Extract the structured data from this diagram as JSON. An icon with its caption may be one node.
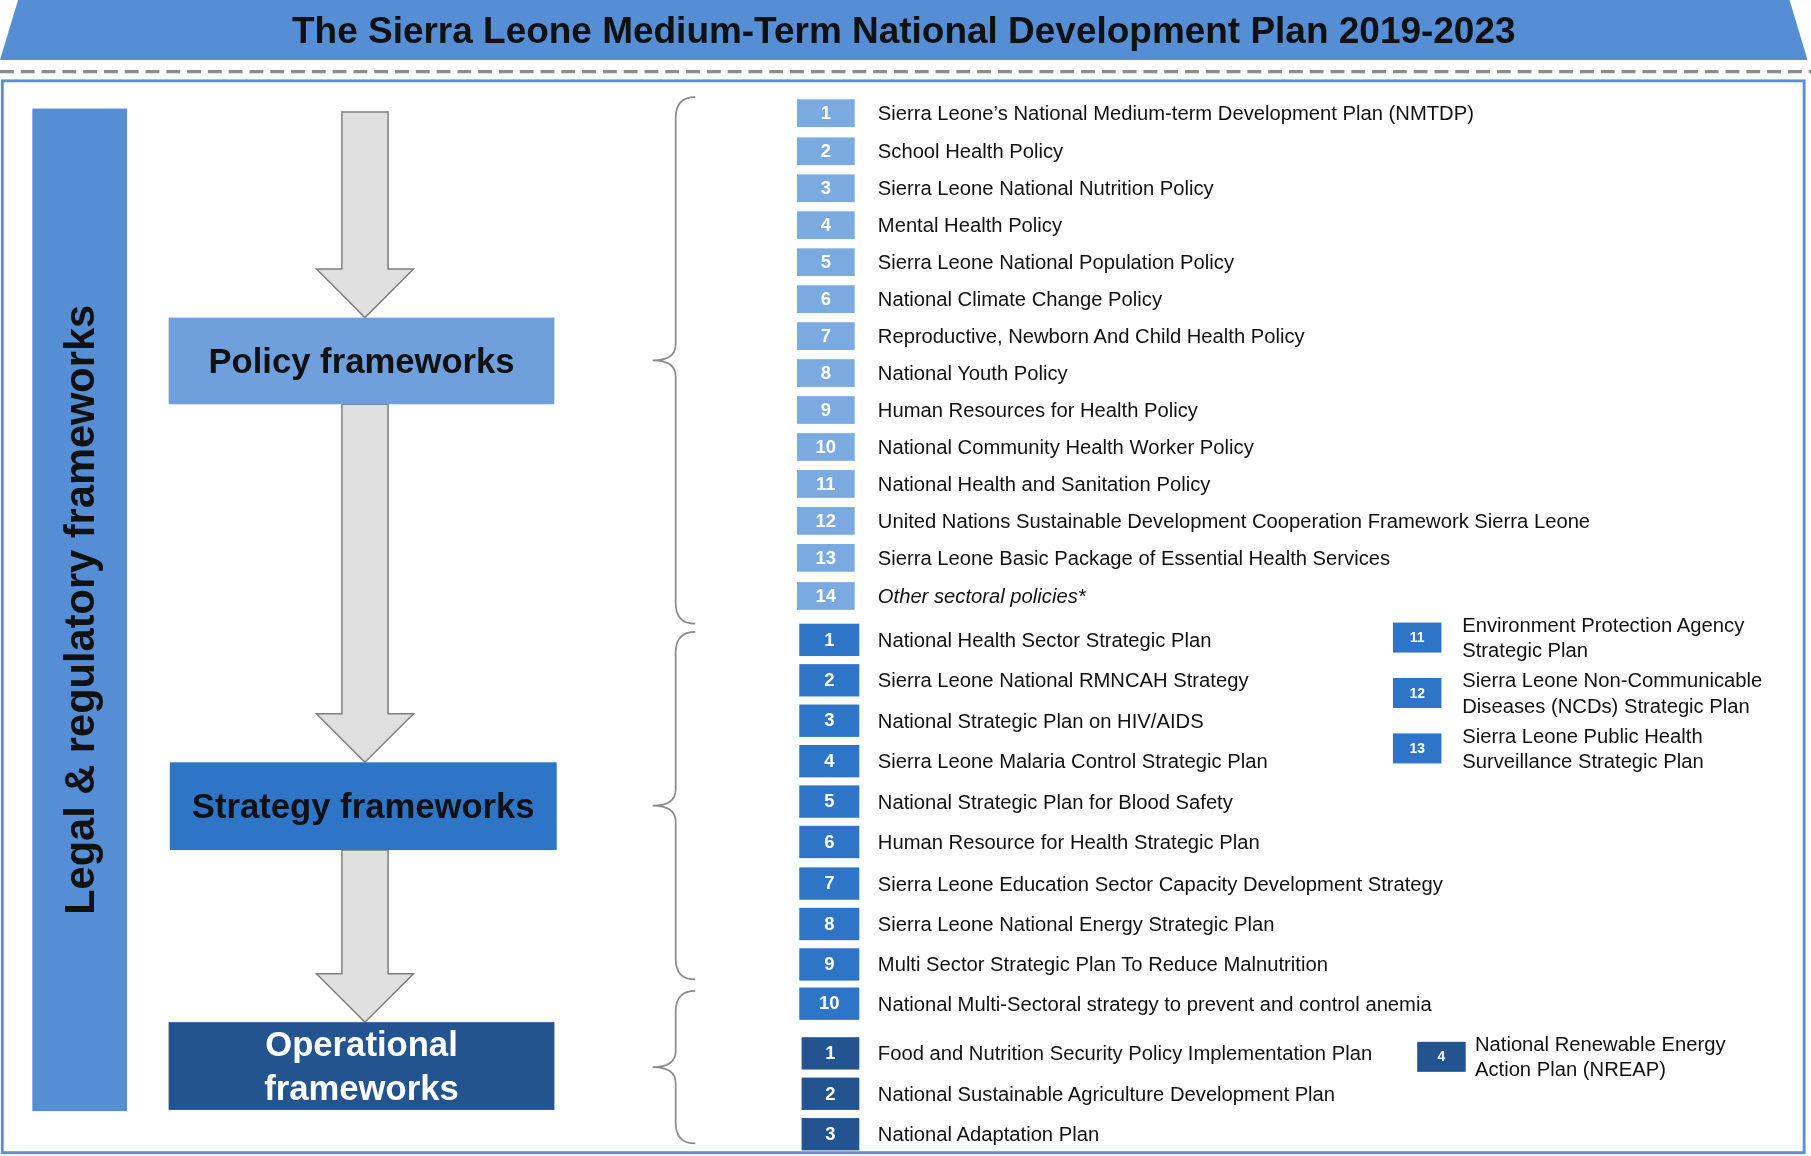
{
  "diagram": {
    "title": "The Sierra Leone Medium-Term National Development Plan 2019-2023",
    "nodes": [
      {
        "text": [
          "Legal & regulatory frameworks"
        ]
      },
      {
        "text": [
          "Policy frameworks"
        ]
      },
      {
        "text": [
          "Strategy frameworks"
        ]
      },
      {
        "text": [
          "Operational frameworks"
        ]
      },
      {
        "text": [
          "1"
        ],
        "beside": [
          "Sierra Leone’s National Medium-term Development Plan (NMTDP)"
        ]
      },
      {
        "text": [
          "2"
        ],
        "beside": [
          "School Health Policy"
        ]
      },
      {
        "text": [
          "3"
        ],
        "beside": [
          "Sierra Leone National Nutrition Policy"
        ]
      },
      {
        "text": [
          "4"
        ],
        "beside": [
          "Mental Health Policy"
        ]
      },
      {
        "text": [
          "5"
        ],
        "beside": [
          "Sierra Leone National Population Policy"
        ]
      },
      {
        "text": [
          "6"
        ],
        "beside": [
          "National Climate Change Policy"
        ]
      },
      {
        "text": [
          "7"
        ],
        "beside": [
          "Reproductive, Newborn And Child Health Policy"
        ]
      },
      {
        "text": [
          "8"
        ],
        "beside": [
          "National Youth Policy"
        ]
      },
      {
        "text": [
          "9"
        ],
        "beside": [
          "Human Resources for Health Policy"
        ]
      },
      {
        "text": [
          "10"
        ],
        "beside": [
          "National Community Health Worker Policy"
        ]
      },
      {
        "text": [
          "11"
        ],
        "beside": [
          "National Health and Sanitation Policy"
        ]
      },
      {
        "text": [
          "12"
        ],
        "beside": [
          "United Nations Sustainable Development Cooperation Framework Sierra Leone"
        ]
      },
      {
        "text": [
          "13"
        ],
        "beside": [
          "Sierra Leone Basic Package of Essential Health Services"
        ]
      },
      {
        "text": [
          "14"
        ],
        "beside": [
          "Other sectoral policies*"
        ]
      },
      {
        "text": [
          "1"
        ],
        "beside": [
          "National Health Sector Strategic Plan"
        ]
      },
      {
        "text": [
          "2"
        ],
        "beside": [
          "Sierra Leone National RMNCAH Strategy"
        ]
      },
      {
        "text": [
          "3"
        ],
        "beside": [
          "National Strategic Plan on HIV/AIDS"
        ]
      },
      {
        "text": [
          "4"
        ],
        "beside": [
          "Sierra Leone Malaria Control Strategic Plan"
        ]
      },
      {
        "text": [
          "5"
        ],
        "beside": [
          "National Strategic Plan for Blood Safety"
        ]
      },
      {
        "text": [
          "6"
        ],
        "beside": [
          "Human Resource for Health Strategic Plan"
        ]
      },
      {
        "text": [
          "7"
        ],
        "beside": [
          "Sierra Leone Education Sector Capacity Development Strategy"
        ]
      },
      {
        "text": [
          "8"
        ],
        "beside": [
          "Sierra Leone National Energy Strategic Plan"
        ]
      },
      {
        "text": [
          "9"
        ],
        "beside": [
          "Multi Sector Strategic Plan To Reduce Malnutrition"
        ]
      },
      {
        "text": [
          "10"
        ],
        "beside": [
          "National Multi-Sectoral strategy to prevent and control anemia"
        ]
      },
      {
        "text": [
          "11"
        ],
        "beside": [
          "Environment Protection Agency Strategic Plan"
        ]
      },
      {
        "text": [
          "12"
        ],
        "beside": [
          "Sierra Leone Non-Communicable Diseases (NCDs) Strategic Plan"
        ]
      },
      {
        "text": [
          "13"
        ],
        "beside": [
          "Sierra Leone Public Health Surveillance Strategic Plan"
        ]
      },
      {
        "text": [
          "1"
        ],
        "beside": [
          "Food and Nutrition Security Policy Implementation Plan"
        ]
      },
      {
        "text": [
          "2"
        ],
        "beside": [
          "National Sustainable Agriculture Development Plan"
        ]
      },
      {
        "text": [
          "3"
        ],
        "beside": [
          "National Adaptation Plan"
        ]
      },
      {
        "text": [
          "4"
        ],
        "beside": [
          "National Renewable Energy Action Plan (NREAP)"
        ]
      }
    ],
    "edges": [
      {
        "from": null,
        "to": 1,
        "arrow": "to"
      },
      {
        "from": 1,
        "to": 2,
        "arrow": "to"
      },
      {
        "from": 2,
        "to": 3,
        "arrow": "to"
      }
    ]
  }
}
